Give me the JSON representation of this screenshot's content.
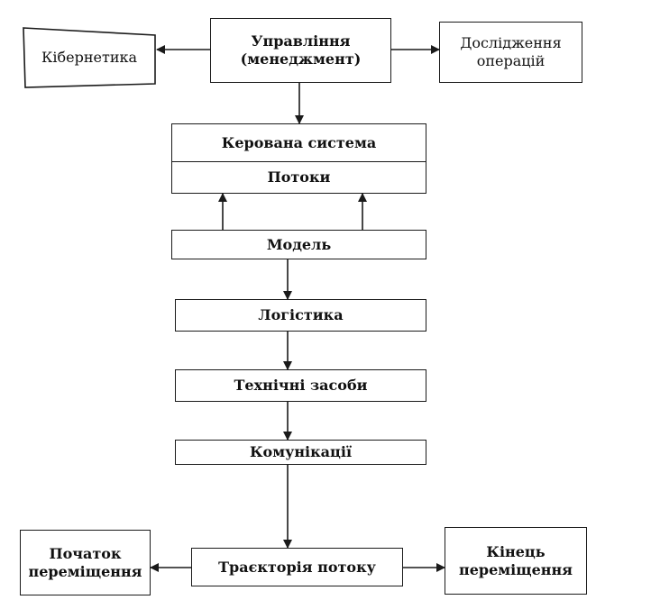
{
  "nodes": {
    "management": {
      "line1": "Управління",
      "line2": "(менеджмент)"
    },
    "cybernetics": "Кібернетика",
    "operations_research": {
      "line1": "Дослідження",
      "line2": "операцій"
    },
    "managed_system": "Керована система",
    "flows": "Потоки",
    "model": "Модель",
    "logistics": "Логістика",
    "technical_means": "Технічні засоби",
    "communications": "Комунікації",
    "flow_trajectory": "Траєкторія потоку",
    "movement_start": {
      "line1": "Початок",
      "line2": "переміщення"
    },
    "movement_end": {
      "line1": "Кінець",
      "line2": "переміщення"
    }
  },
  "colors": {
    "stroke": "#1a1a1a",
    "background": "#ffffff"
  }
}
